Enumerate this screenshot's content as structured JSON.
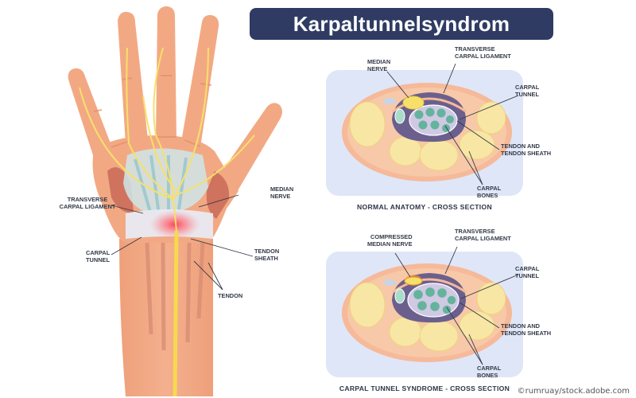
{
  "title": "Karpaltunnelsyndrom",
  "hand_labels": {
    "transverse_line1": "TRANSVERSE",
    "transverse_line2": "CARPAL LIGAMENT",
    "median_line1": "MEDIAN",
    "median_line2": "NERVE",
    "carpal_line1": "CARPAL",
    "carpal_line2": "TUNNEL",
    "tendon_sheath_line1": "TENDON",
    "tendon_sheath_line2": "SHEATH",
    "tendon": "TENDON"
  },
  "normal_panel": {
    "caption": "NORMAL ANATOMY - CROSS SECTION",
    "median_line1": "MEDIAN",
    "median_line2": "NERVE",
    "ligament_line1": "TRANSVERSE",
    "ligament_line2": "CARPAL LIGAMENT",
    "tunnel_line1": "CARPAL",
    "tunnel_line2": "TUNNEL",
    "tendon_line1": "TENDON AND",
    "tendon_line2": "TENDON SHEATH",
    "bones_line1": "CARPAL",
    "bones_line2": "BONES"
  },
  "cts_panel": {
    "caption": "CARPAL TUNNEL SYNDROME - CROSS SECTION",
    "median_line1": "COMPRESSED",
    "median_line2": "MEDIAN NERVE",
    "ligament_line1": "TRANSVERSE",
    "ligament_line2": "CARPAL LIGAMENT",
    "tunnel_line1": "CARPAL",
    "tunnel_line2": "TUNNEL",
    "tendon_line1": "TENDON AND",
    "tendon_line2": "TENDON SHEATH",
    "bones_line1": "CARPAL",
    "bones_line2": "BONES"
  },
  "credit": "©rumruay/stock.adobe.com",
  "colors": {
    "banner": "#2f3b63",
    "skin": "#f2a983",
    "nerve": "#f7e06a",
    "panel_bg": "#dfe6f7",
    "bone": "#f8e6a4",
    "tunnel": "#6b5f8e",
    "tendon": "#64b39c",
    "inflamed": "#f05a5a"
  }
}
